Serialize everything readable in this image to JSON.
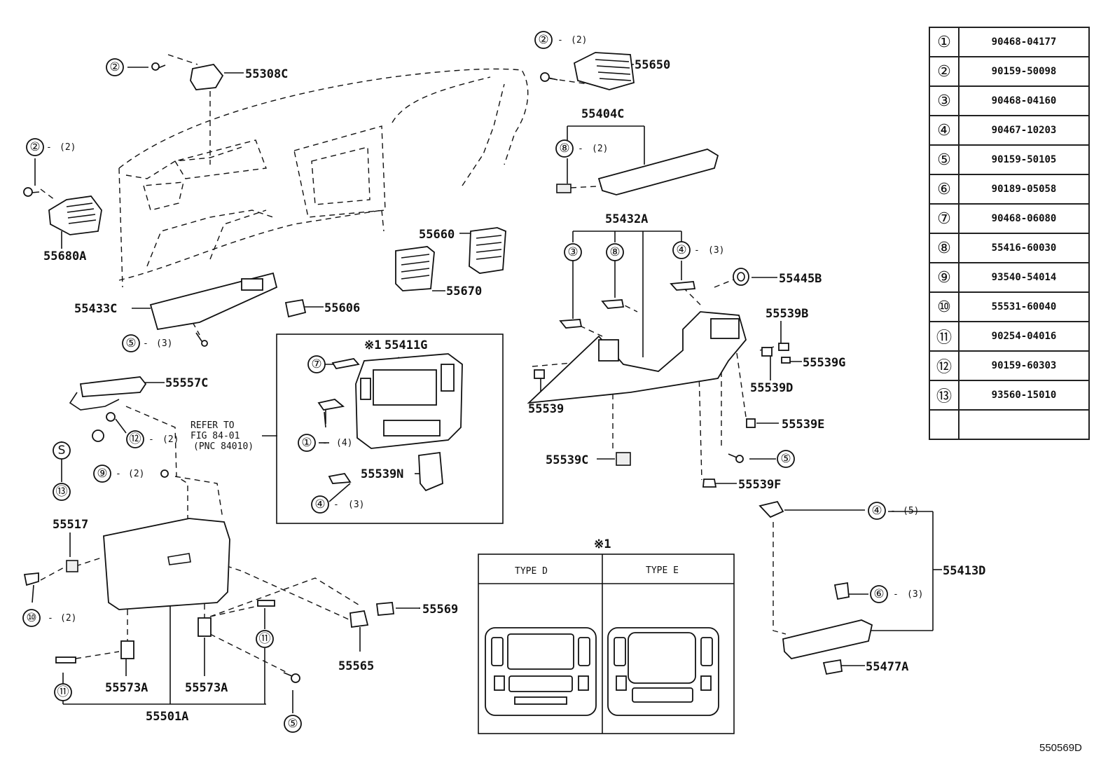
{
  "legend": [
    {
      "num": "①",
      "pn": "90468-04177"
    },
    {
      "num": "②",
      "pn": "90159-50098"
    },
    {
      "num": "③",
      "pn": "90468-04160"
    },
    {
      "num": "④",
      "pn": "90467-10203"
    },
    {
      "num": "⑤",
      "pn": "90159-50105"
    },
    {
      "num": "⑥",
      "pn": "90189-05058"
    },
    {
      "num": "⑦",
      "pn": "90468-06080"
    },
    {
      "num": "⑧",
      "pn": "55416-60030"
    },
    {
      "num": "⑨",
      "pn": "93540-54014"
    },
    {
      "num": "⑩",
      "pn": "55531-60040"
    },
    {
      "num": "⑪",
      "pn": "90254-04016"
    },
    {
      "num": "⑫",
      "pn": "90159-60303"
    },
    {
      "num": "⑬",
      "pn": "93560-15010"
    },
    {
      "num": "",
      "pn": ""
    }
  ],
  "parts": {
    "p55308C": "55308C",
    "p55680A": "55680A",
    "p55433C": "55433C",
    "p55606": "55606",
    "p55650": "55650",
    "p55404C": "55404C",
    "p55660": "55660",
    "p55670": "55670",
    "p55432A": "55432A",
    "p55445B": "55445B",
    "p55539B": "55539B",
    "p55539G": "55539G",
    "p55539D": "55539D",
    "p55539": "55539",
    "p55539E": "55539E",
    "p55539C": "55539C",
    "p55539F": "55539F",
    "p55557C": "55557C",
    "p55411G": "55411G",
    "p55539N": "55539N",
    "p55517": "55517",
    "p55569": "55569",
    "p55565": "55565",
    "p55573A1": "55573A",
    "p55573A2": "55573A",
    "p55501A": "55501A",
    "p55413D": "55413D",
    "p55477A": "55477A"
  },
  "quantities": {
    "q2": "(2)",
    "q3": "(3)",
    "q4": "(4)",
    "q5": "(5)"
  },
  "refer": {
    "line1": "REFER TO",
    "line2": "FIG 84-01",
    "line3": "(PNC 84010)"
  },
  "note_mark": "※1",
  "types": {
    "d": "TYPE D",
    "e": "TYPE E"
  },
  "drawing_number": "550569D"
}
